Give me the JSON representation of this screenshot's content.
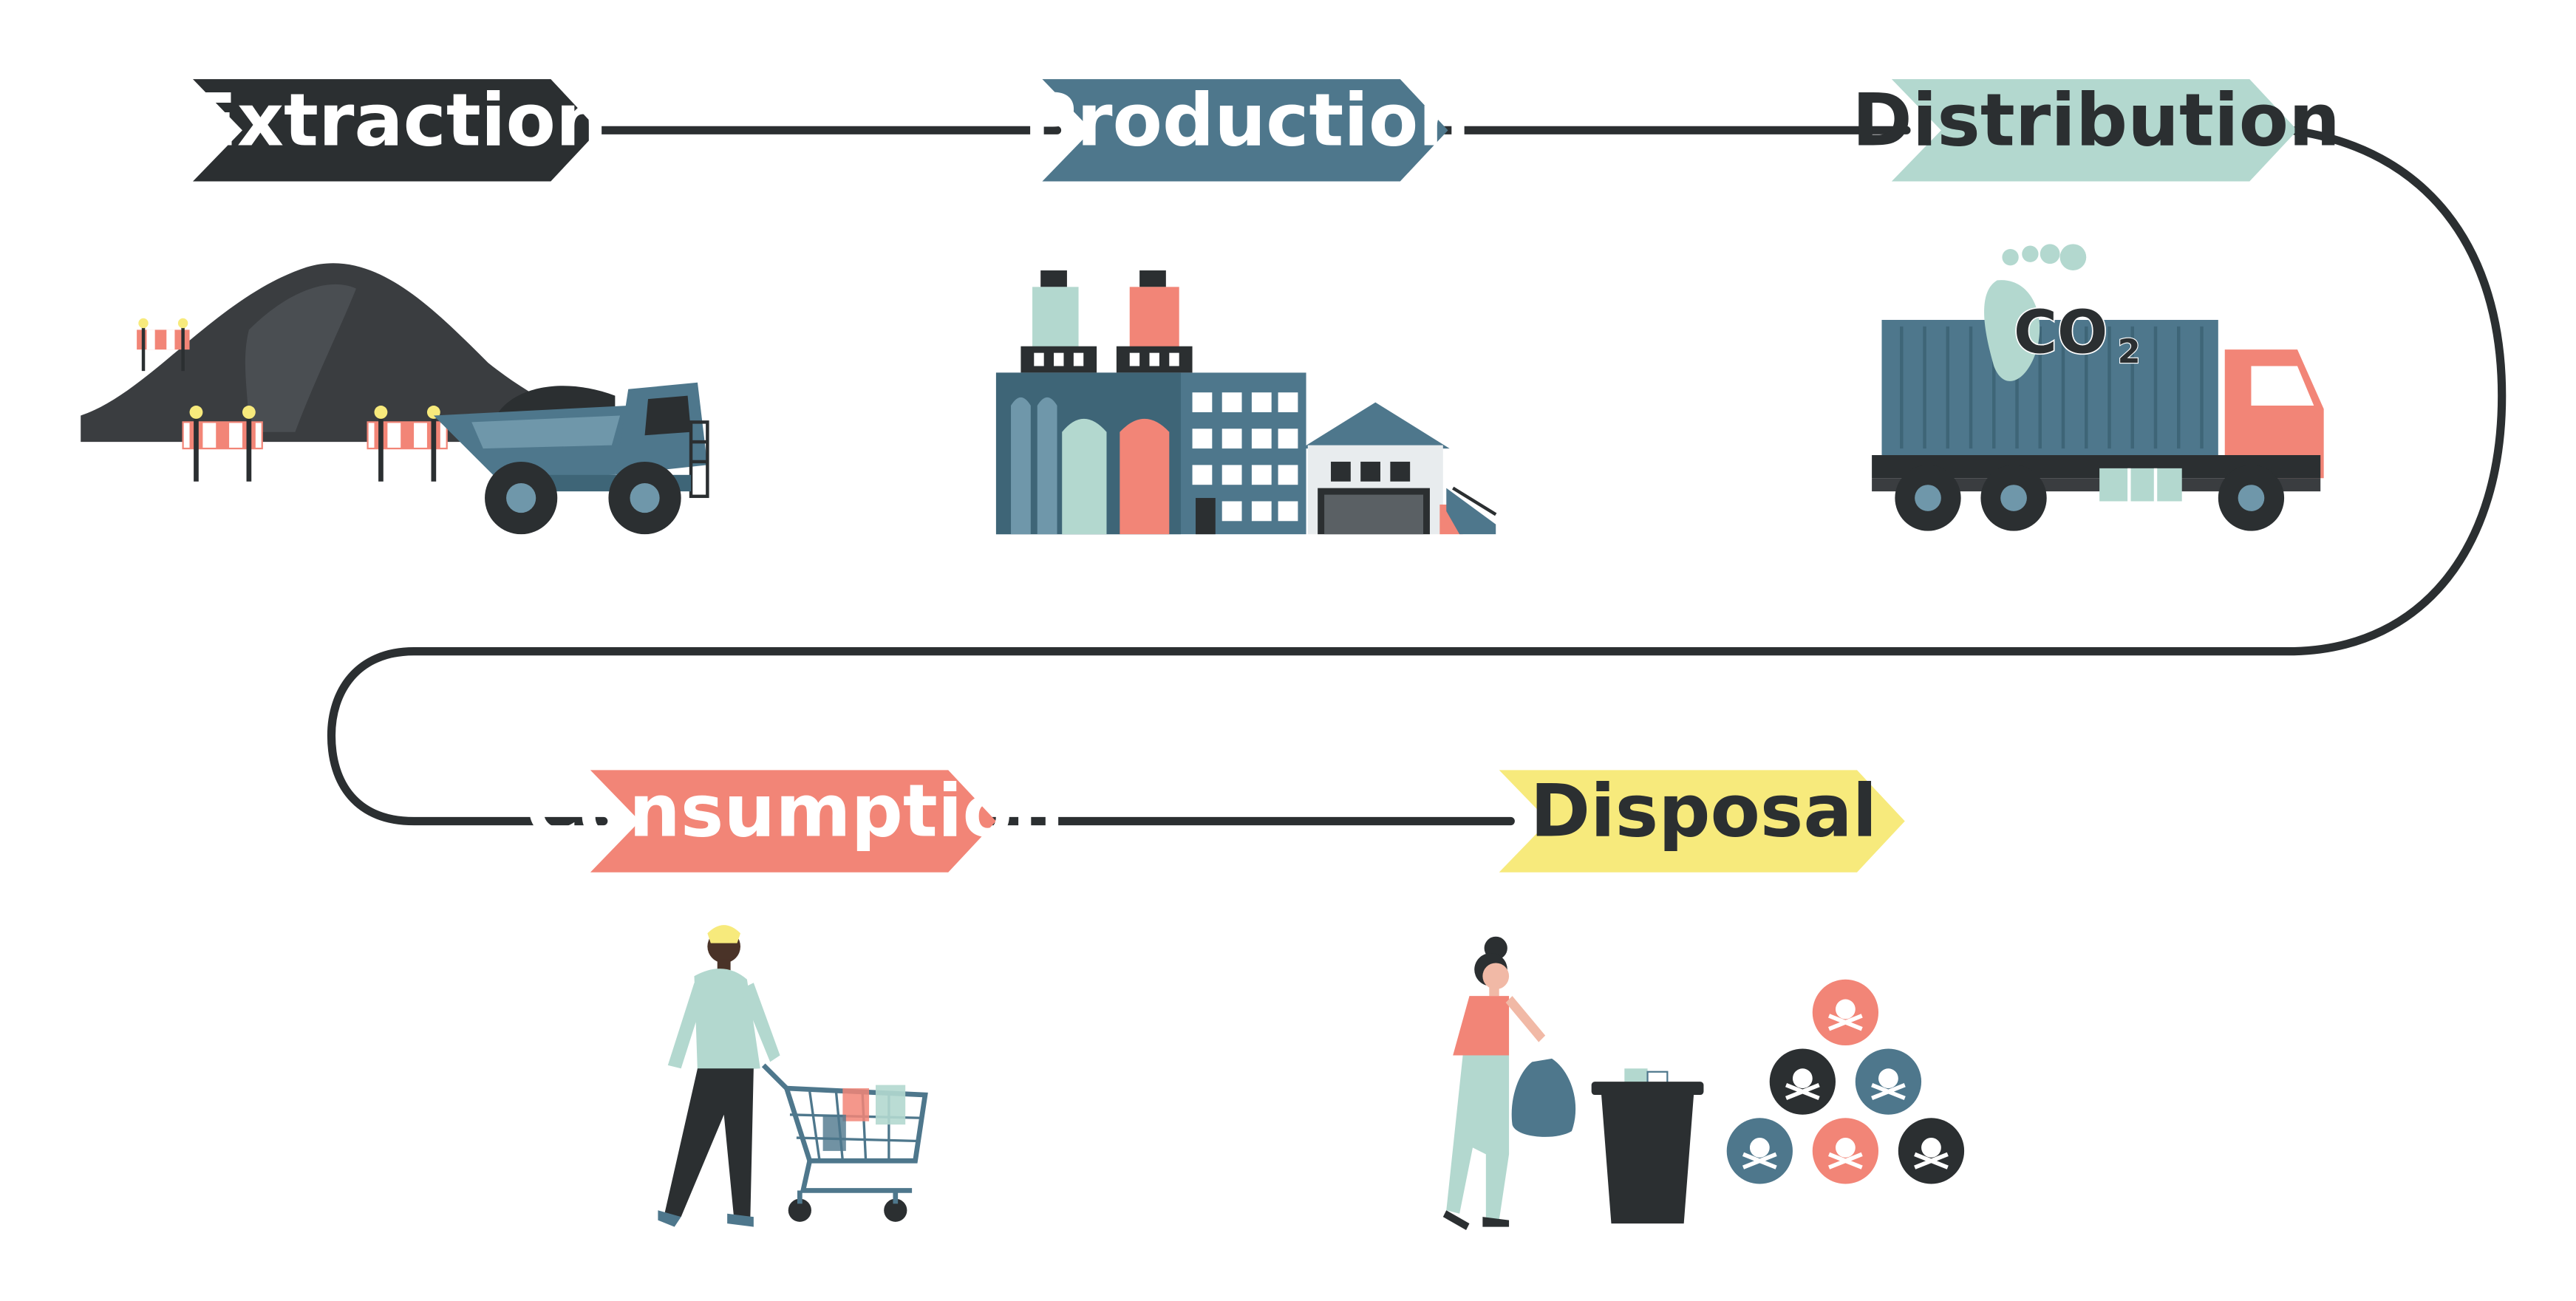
{
  "stages": [
    {
      "id": "extraction",
      "label": "Extraction",
      "fill": "#2b2f31",
      "text_color": "#ffffff"
    },
    {
      "id": "production",
      "label": "Production",
      "fill": "#4e778c",
      "text_color": "#ffffff"
    },
    {
      "id": "distribution",
      "label": "Distribution",
      "fill": "#b3d8cf",
      "text_color": "#2b2f31"
    },
    {
      "id": "consumption",
      "label": "Consumption",
      "fill": "#f28577",
      "text_color": "#ffffff"
    },
    {
      "id": "disposal",
      "label": "Disposal",
      "fill": "#f7ea7c",
      "text_color": "#2b2f31"
    }
  ],
  "emission_badge": {
    "text": "CO",
    "subscript": "2"
  },
  "colors": {
    "path": "#2b2f31",
    "dark": "#2b2f31",
    "slate": "#4e778c",
    "mint": "#b3d8cf",
    "coral": "#f28577",
    "yellow": "#f7ea7c",
    "light_gray": "#e8ecee"
  }
}
